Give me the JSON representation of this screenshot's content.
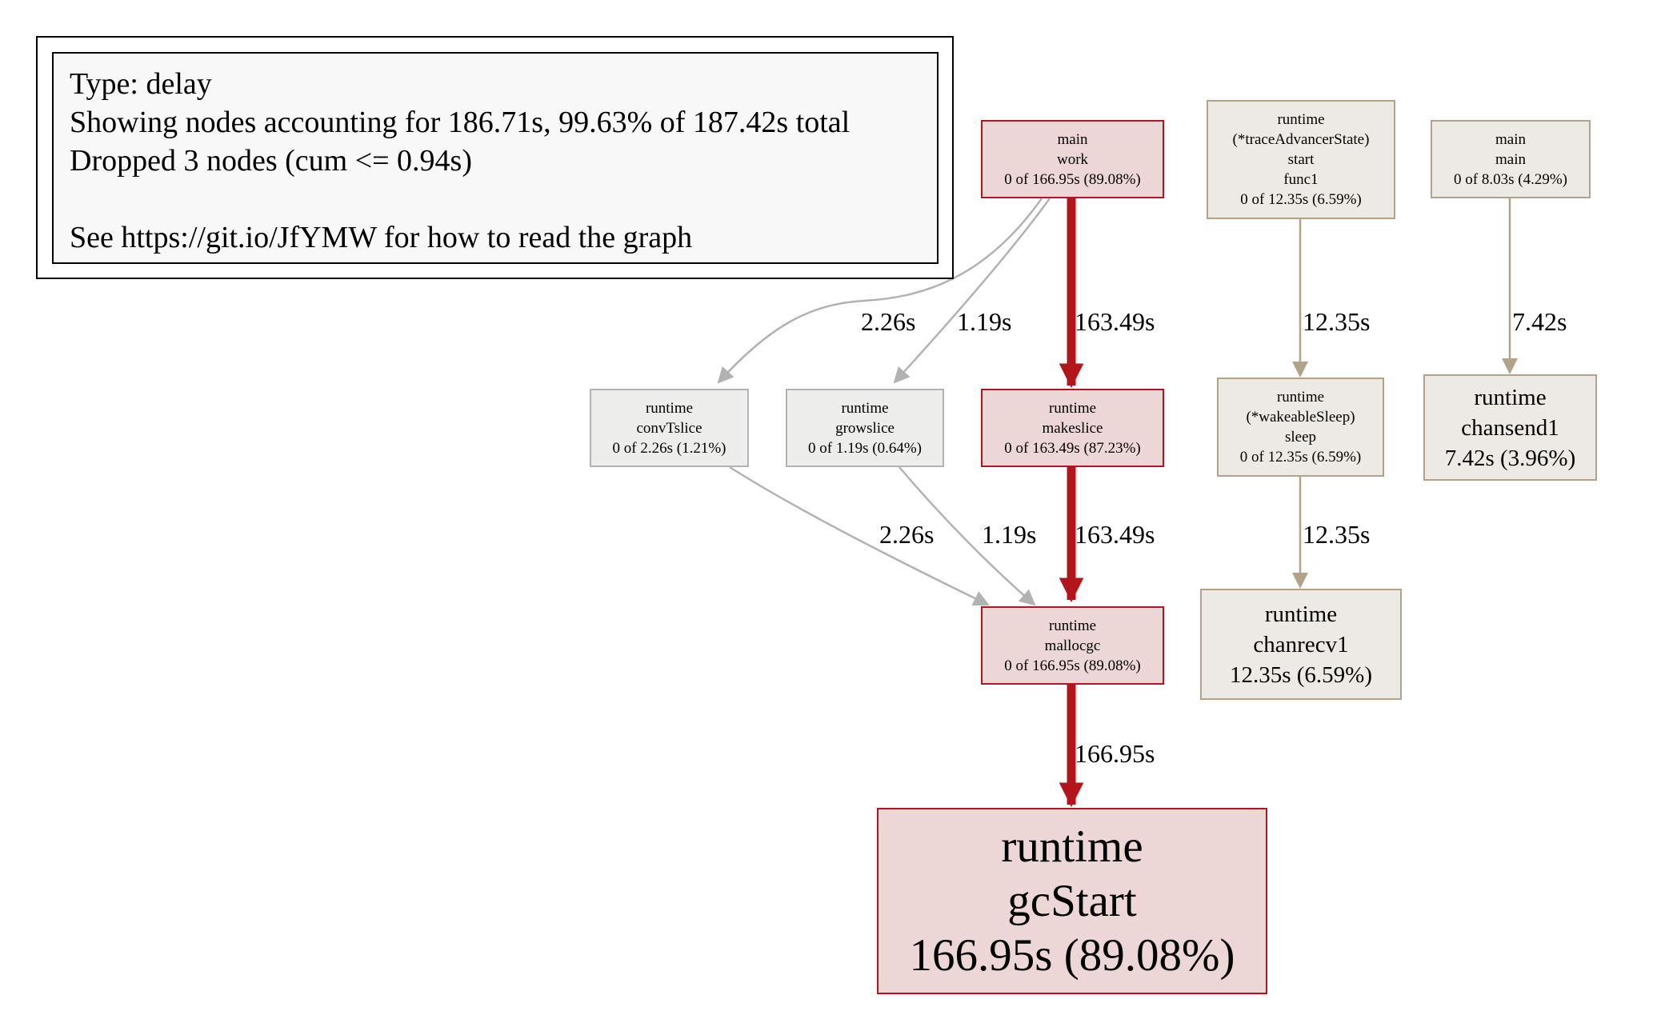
{
  "legend": {
    "lines": [
      "Type: delay",
      "Showing nodes accounting for 186.71s, 99.63% of 187.42s total",
      "Dropped 3 nodes (cum <= 0.94s)",
      "See https://git.io/JfYMW for how to read the graph"
    ]
  },
  "colors": {
    "hot_edge": "#b2151a",
    "hot_fill": "#edd6d6",
    "cold_edge": "#b2b2b2",
    "cold_fill": "#ededec",
    "warm_edge": "#b2a28a",
    "warm_fill": "#edeae5"
  },
  "nodes": [
    {
      "id": "main_work",
      "lines": [
        "main",
        "work",
        "0 of 166.95s (89.08%)"
      ]
    },
    {
      "id": "traceAdvancer",
      "lines": [
        "runtime",
        "(*traceAdvancerState)",
        "start",
        "func1",
        "0 of 12.35s (6.59%)"
      ]
    },
    {
      "id": "main_main",
      "lines": [
        "main",
        "main",
        "0 of 8.03s (4.29%)"
      ]
    },
    {
      "id": "convTslice",
      "lines": [
        "runtime",
        "convTslice",
        "0 of 2.26s (1.21%)"
      ]
    },
    {
      "id": "growslice",
      "lines": [
        "runtime",
        "growslice",
        "0 of 1.19s (0.64%)"
      ]
    },
    {
      "id": "makeslice",
      "lines": [
        "runtime",
        "makeslice",
        "0 of 163.49s (87.23%)"
      ]
    },
    {
      "id": "sleep",
      "lines": [
        "runtime",
        "(*wakeableSleep)",
        "sleep",
        "0 of 12.35s (6.59%)"
      ]
    },
    {
      "id": "chansend1",
      "lines": [
        "runtime",
        "chansend1",
        "7.42s (3.96%)"
      ]
    },
    {
      "id": "mallocgc",
      "lines": [
        "runtime",
        "mallocgc",
        "0 of 166.95s (89.08%)"
      ]
    },
    {
      "id": "chanrecv1",
      "lines": [
        "runtime",
        "chanrecv1",
        "12.35s (6.59%)"
      ]
    },
    {
      "id": "gcStart",
      "lines": [
        "runtime",
        "gcStart",
        "166.95s (89.08%)"
      ]
    }
  ],
  "edges": [
    {
      "from": "main_work",
      "to": "convTslice",
      "label": "2.26s"
    },
    {
      "from": "main_work",
      "to": "growslice",
      "label": "1.19s"
    },
    {
      "from": "main_work",
      "to": "makeslice",
      "label": "163.49s"
    },
    {
      "from": "traceAdvancer",
      "to": "sleep",
      "label": "12.35s"
    },
    {
      "from": "main_main",
      "to": "chansend1",
      "label": "7.42s"
    },
    {
      "from": "convTslice",
      "to": "mallocgc",
      "label": "2.26s"
    },
    {
      "from": "growslice",
      "to": "mallocgc",
      "label": "1.19s"
    },
    {
      "from": "makeslice",
      "to": "mallocgc",
      "label": "163.49s"
    },
    {
      "from": "sleep",
      "to": "chanrecv1",
      "label": "12.35s"
    },
    {
      "from": "mallocgc",
      "to": "gcStart",
      "label": "166.95s"
    }
  ]
}
